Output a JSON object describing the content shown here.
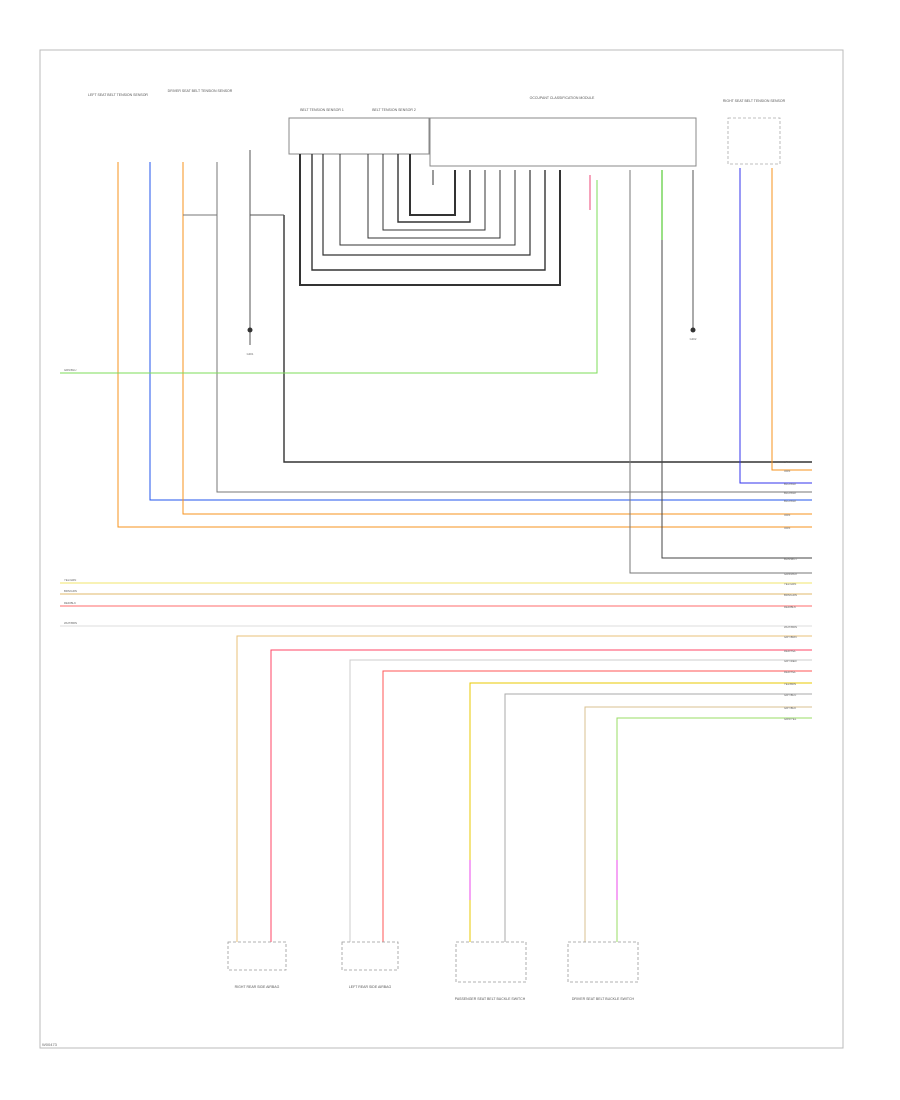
{
  "component_labels": {
    "left_seat_sensor": "LEFT SEAT BELT TENSION SENSOR",
    "driver_seat": "DRIVER SEAT BELT TENSION SENSOR",
    "belt_tension_1": "BELT TENSION SENSOR 1",
    "belt_tension_2": "BELT TENSION SENSOR 2",
    "occupant_module": "OCCUPANT CLASSIFICATION MODULE",
    "right_seat_sensor": "RIGHT SEAT BELT TENSION SENSOR",
    "ground_left": "G301",
    "ground_right": "G302",
    "rear_side_right": "RIGHT REAR SIDE AIRBAG",
    "rear_side_left": "LEFT REAR SIDE AIRBAG",
    "passenger_seat": "PASSENGER SEAT BELT BUCKLE SWITCH",
    "driver_seat_buckle": "DRIVER SEAT BELT BUCKLE SWITCH"
  },
  "side_labels": {
    "left_green": "GRN/BLU",
    "left_yellow": "YEL/GRN",
    "left_tan": "BRN/GRN",
    "left_red": "RED/BLK",
    "left_white": "WHT/BRN"
  },
  "right_labels": {
    "r1": "BRN",
    "r2": "ORN",
    "r3": "BLU/WHT",
    "r4": "BLU/WHT",
    "r5": "BLU/WHT",
    "r6": "ORN",
    "r7": "ORN",
    "r8": "BRN/WHT",
    "r9": "GRN/WHT",
    "r10": "YEL/GRN",
    "r11": "BRN/GRN",
    "r12": "RED/BLK",
    "r13": "WHT/BRN",
    "r14": "GRY/BRN",
    "r15": "RED/YEL",
    "r16": "GRY/RED",
    "r17": "RED/YEL",
    "r18": "YEL/BRN",
    "r19": "GRY/BLU",
    "r20": "GRY/BLK",
    "r21": "GRN/YEL"
  },
  "footer": "W00473"
}
